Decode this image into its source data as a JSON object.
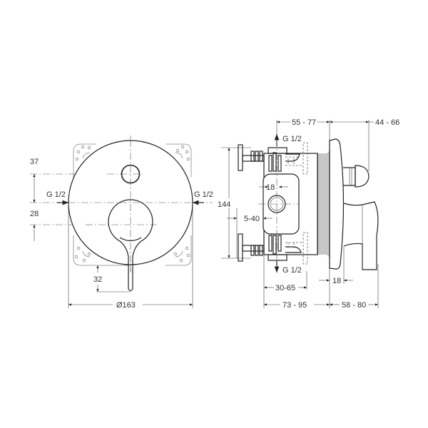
{
  "diagram": {
    "type": "technical-drawing",
    "subject": "concealed bath/shower mixer with diverter",
    "front_view": {
      "labels": {
        "dim_top": "37",
        "dim_mid": "28",
        "inlet_left": "G 1/2",
        "inlet_right": "G 1/2",
        "dim_lever": "32",
        "diameter": "Ø163"
      }
    },
    "side_view": {
      "labels": {
        "dim_top_left": "55 - 77",
        "dim_top_right": "44 - 66",
        "outlet_top": "G 1/2",
        "outlet_bottom": "G 1/2",
        "height": "144",
        "dim_18_inner": "18",
        "dim_5_40": "5-40",
        "dim_30_65": "30-65",
        "dim_18_lever": "18",
        "dim_bottom_left": "73 - 95",
        "dim_bottom_right": "58 - 80"
      }
    }
  }
}
